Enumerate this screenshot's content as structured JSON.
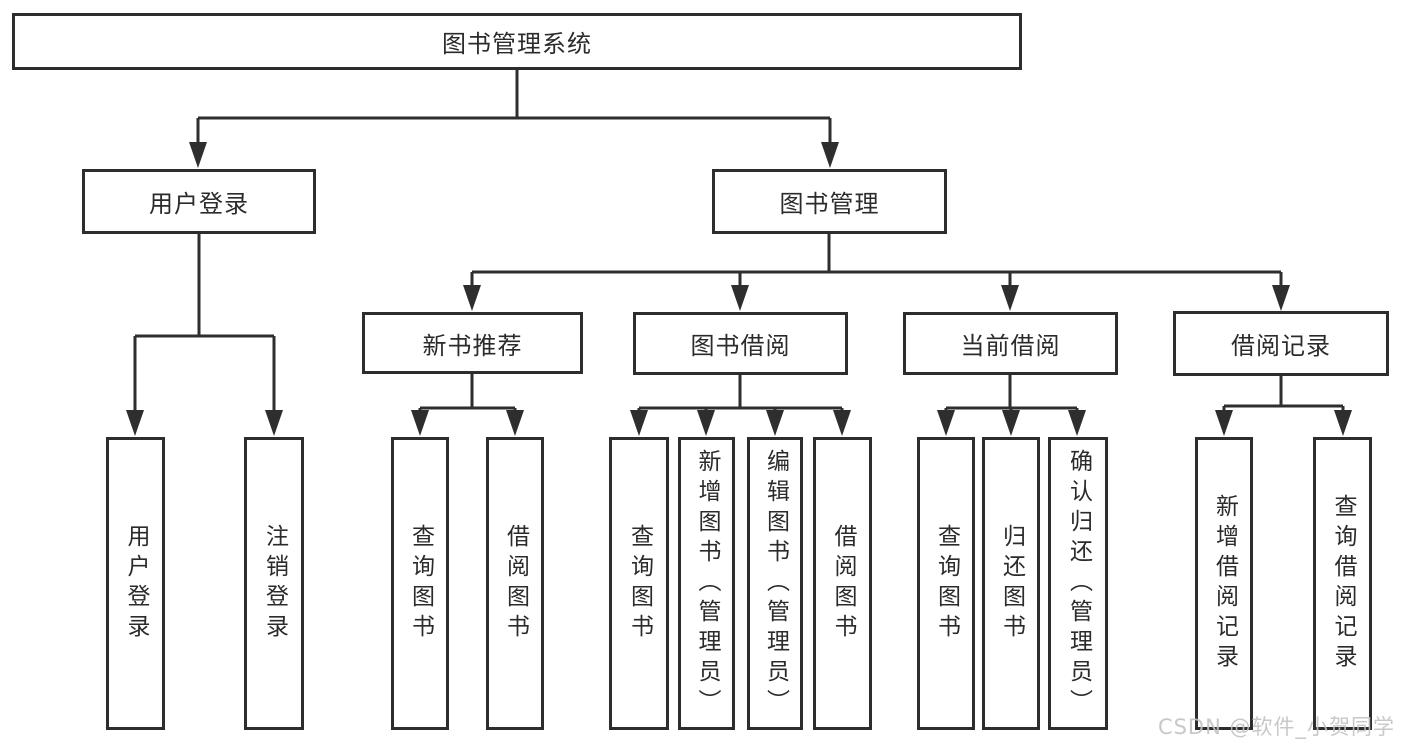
{
  "root": {
    "label": "图书管理系统"
  },
  "level2": {
    "user_login": {
      "label": "用户登录",
      "children": [
        "用户登录",
        "注销登录"
      ]
    },
    "book_management": {
      "label": "图书管理"
    }
  },
  "level3": {
    "new_book_recommend": {
      "label": "新书推荐",
      "children": [
        "查询图书",
        "借阅图书"
      ]
    },
    "book_borrowing": {
      "label": "图书借阅",
      "children": [
        "查询图书",
        "新增图书（管理员）",
        "编辑图书（管理员）",
        "借阅图书"
      ]
    },
    "current_borrowing": {
      "label": "当前借阅",
      "children": [
        "查询图书",
        "归还图书",
        "确认归还（管理员）"
      ]
    },
    "borrowing_records": {
      "label": "借阅记录",
      "children": [
        "新增借阅记录",
        "查询借阅记录"
      ]
    }
  },
  "watermark": {
    "text": "CSDN @软件_小贺同学"
  },
  "colors": {
    "line": "#2e2e2e",
    "box_border": "#2d2d2d",
    "text": "#2b2b2b",
    "watermark": "#c3c3c3",
    "background": "#ffffff"
  }
}
